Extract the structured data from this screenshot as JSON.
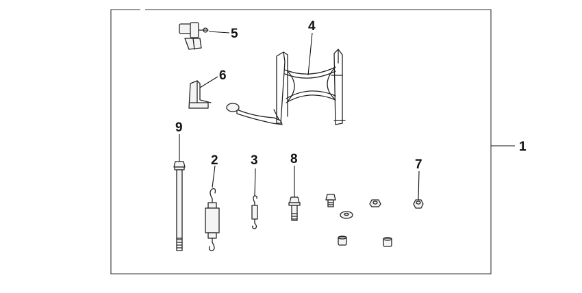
{
  "callouts": {
    "c1": "1",
    "c2": "2",
    "c3": "3",
    "c4": "4",
    "c5": "5",
    "c6": "6",
    "c7": "7",
    "c8": "8",
    "c9": "9"
  },
  "colors": {
    "line": "#222222",
    "background": "#ffffff"
  }
}
